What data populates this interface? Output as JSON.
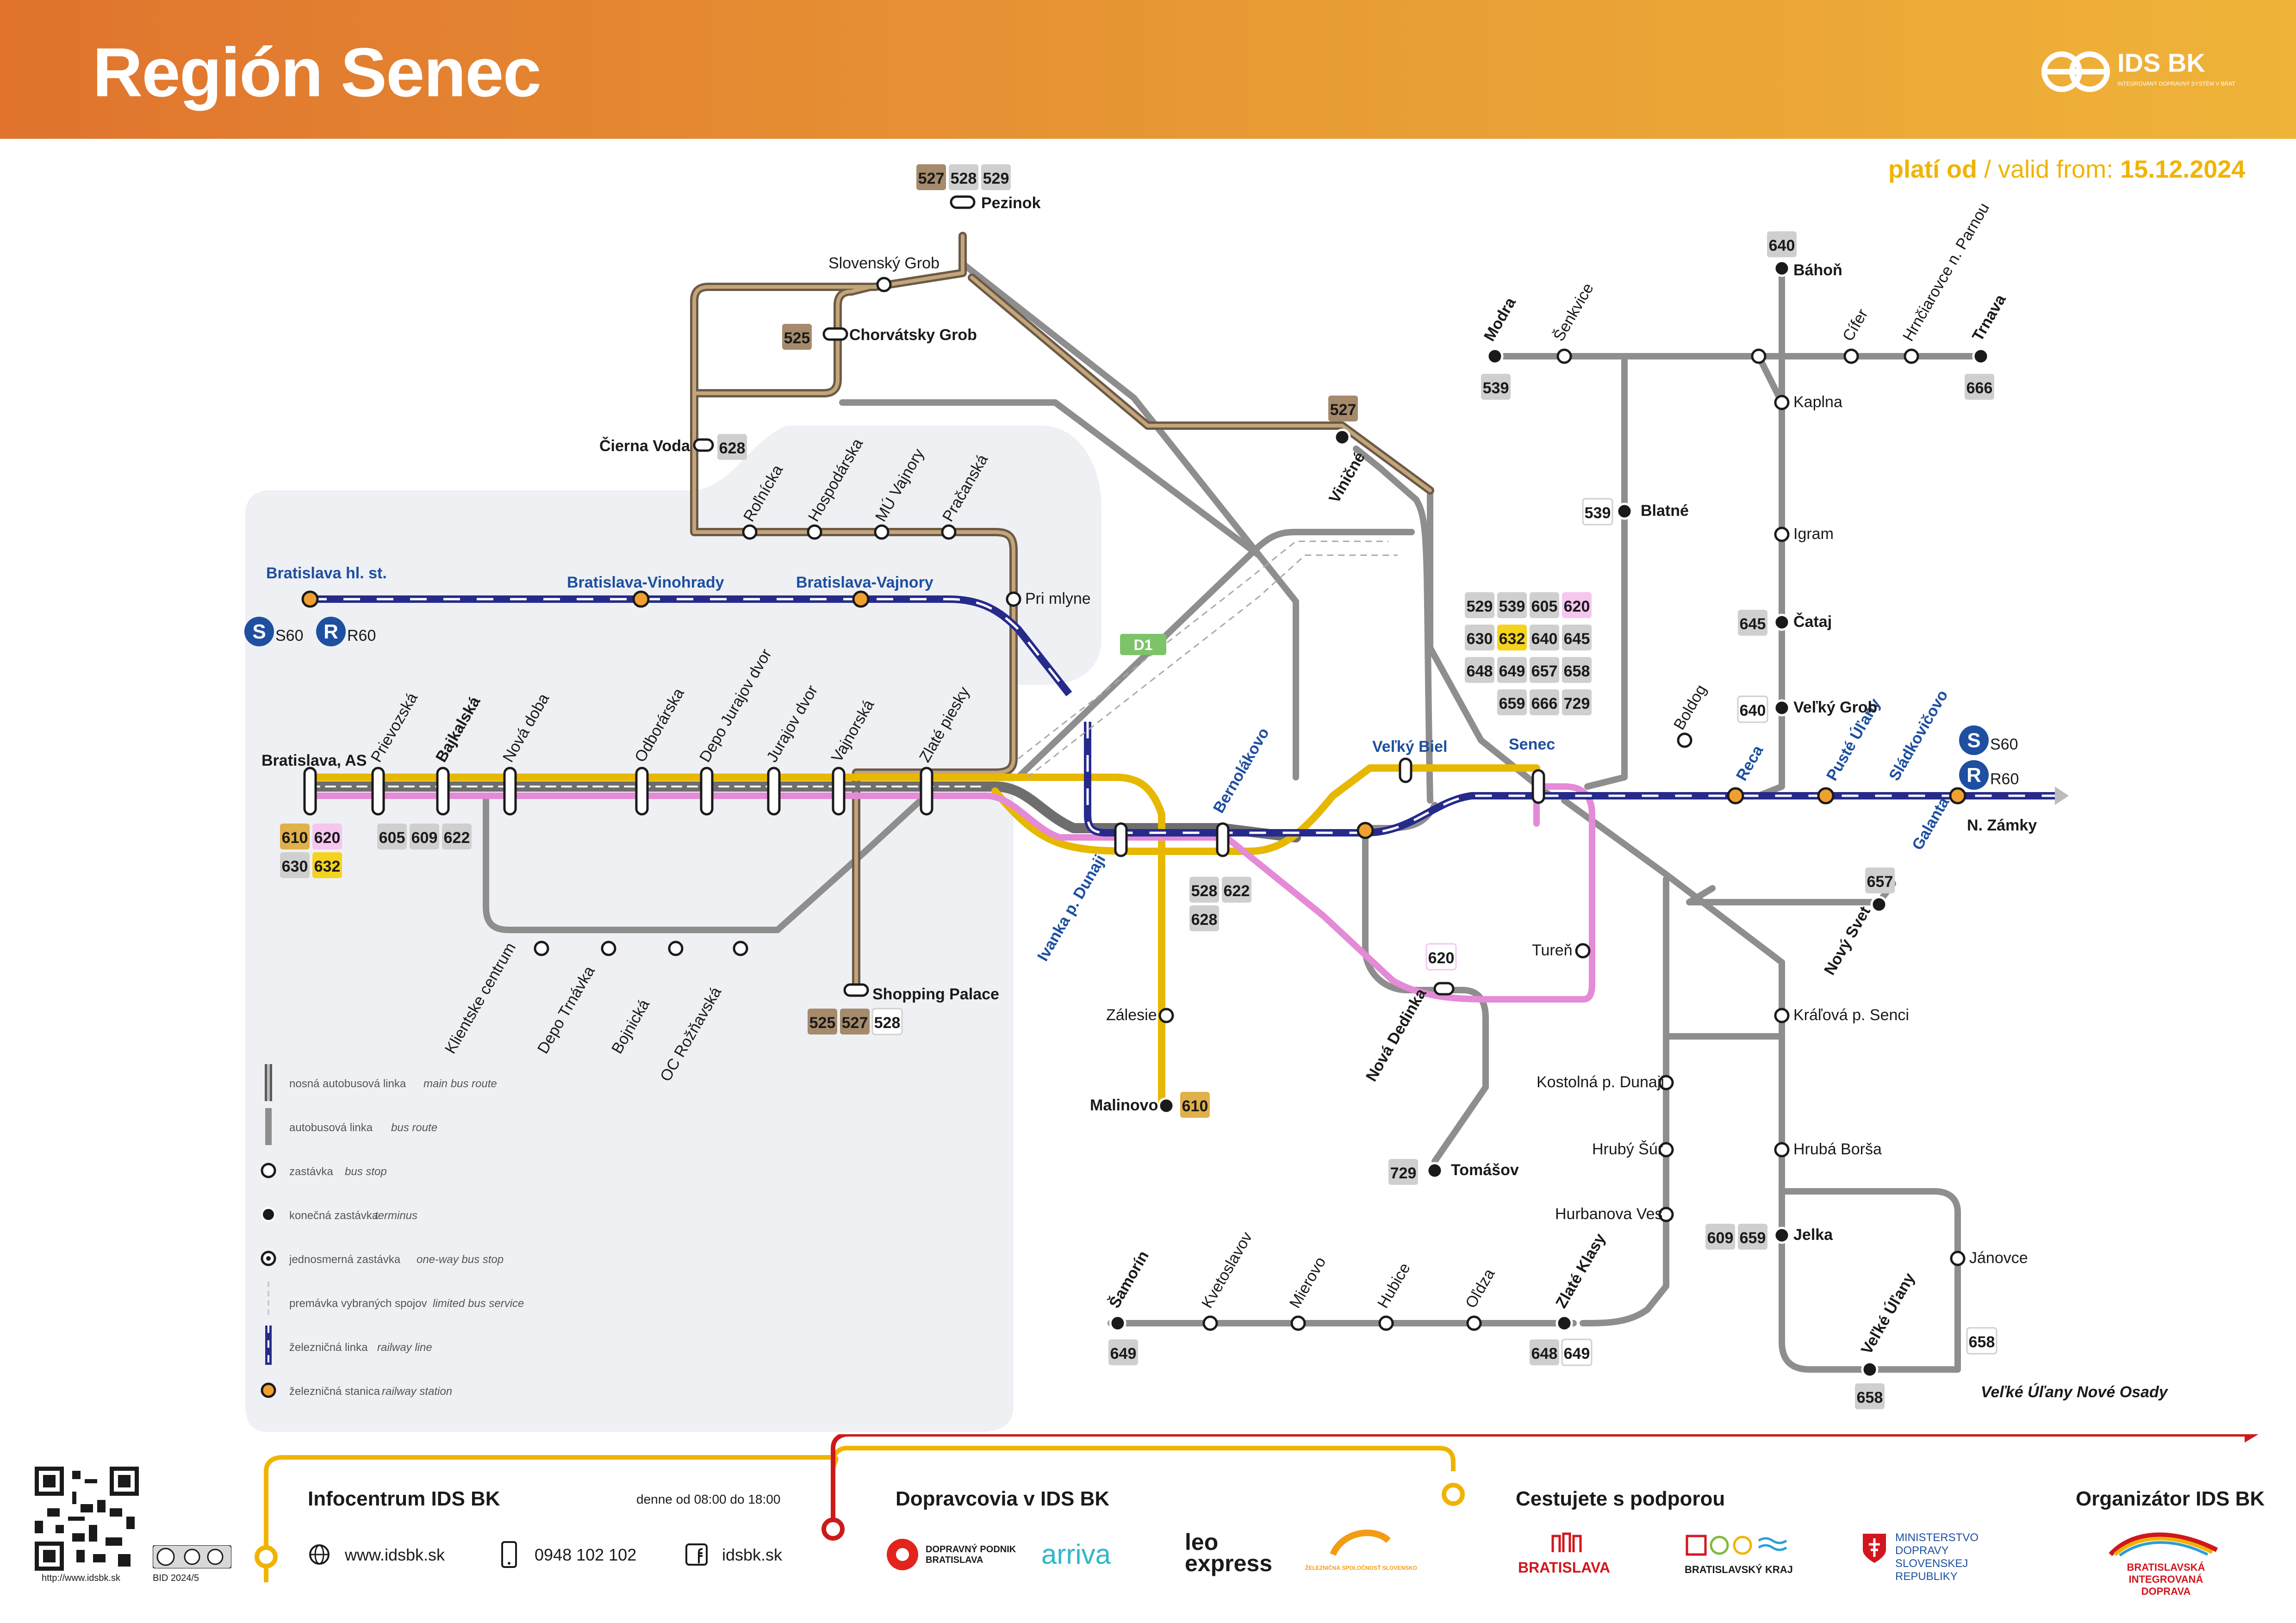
{
  "title": "Región Senec",
  "brand": {
    "name": "IDS BK",
    "tagline": "INTEGROVANÝ DOPRAVNÝ SYSTÉM V BRATISLAVSKOM KRAJI"
  },
  "valid": {
    "label_sk": "platí od",
    "label_en": "/ valid from:",
    "date": "15.12.2024"
  },
  "colors": {
    "header_start": "#e0742e",
    "header_end": "#efb338",
    "bus_main": "#8b7355",
    "bus_route": "#8e8e8e",
    "rail": "#262a8a",
    "yellow": "#e6b800",
    "pink": "#e48ad6",
    "brown_badge": "#a58a6b",
    "grey_badge": "#cfcfcf",
    "station": "#f0a030"
  },
  "stations": {
    "bratislava_hl_st": "Bratislava hl. st.",
    "vinohrady": "Bratislava-Vinohrady",
    "vajnory": "Bratislava-Vajnory",
    "velky_biel": "Veľký Biel",
    "senec": "Senec",
    "reca": "Reca",
    "puste_ulany": "Pusté Úľany",
    "sladkovicovo": "Sládkovičovo",
    "galanta": "Galanta",
    "n_zamky": "N. Zámky",
    "bernolakovo": "Bernolákovo",
    "ivanka": "Ivanka p. Dunaji"
  },
  "stops": {
    "pezinok": "Pezinok",
    "slovensky_grob": "Slovenský Grob",
    "chorvatsky_grob": "Chorvátsky Grob",
    "cierna_voda": "Čierna Voda",
    "rolnicka": "Roľnícka",
    "hospodarska": "Hospodárska",
    "mu_vajnory": "MÚ Vajnory",
    "pracanska": "Pračanská",
    "pri_mlyne": "Pri mlyne",
    "vinicne": "Viničné",
    "bratislava_as": "Bratislava, AS",
    "prievozska": "Prievozská",
    "bajkalska": "Bajkalská",
    "nova_doba": "Nová doba",
    "odborarska": "Odborárska",
    "depo_jurajov_dvor": "Depo Jurajov dvor",
    "jurajov_dvor": "Jurajov dvor",
    "vajnorska": "Vajnorská",
    "zlate_piesky": "Zlaté piesky",
    "klientske_centrum": "Klientske centrum",
    "depo_trnavka": "Depo Trnávka",
    "bojnicka": "Bojnická",
    "oc_roznavska": "OC Rožňavská",
    "shopping_palace": "Shopping Palace",
    "zalesie": "Zálesie",
    "malinovo": "Malinovo",
    "nova_dedinka": "Nová Dedinka",
    "turen": "Tureň",
    "tomasov": "Tomášov",
    "modra": "Modra",
    "senkvice": "Šenkvice",
    "bahon": "Báhoň",
    "kaplna": "Kaplna",
    "cifer": "Cífer",
    "hrnciarovce": "Hrnčiarovce n. Parnou",
    "trnava": "Trnava",
    "blatne": "Blatné",
    "igram": "Igram",
    "cataj": "Čataj",
    "velky_grob": "Veľký Grob",
    "boldog": "Boldog",
    "novy_svet": "Nový Svet",
    "kralova": "Kráľová p. Senci",
    "kostolna": "Kostolná p. Dunaji",
    "hruby_sur": "Hrubý Šúr",
    "hurbanova_ves": "Hurbanova Ves",
    "hruba_borsa": "Hrubá Borša",
    "jelka": "Jelka",
    "janovce": "Jánovce",
    "velke_ulany": "Veľké Úľany",
    "velke_ulany_nove_osady": "Veľké Úľany Nové Osady",
    "samorin": "Šamorín",
    "kvetoslavov": "Kvetoslavov",
    "mierovo": "Mierovo",
    "hubice": "Hubice",
    "ohdza": "Oľdza",
    "zlate_klasy": "Zlaté Klasy",
    "d1": "D1"
  },
  "rail_services": {
    "s60": "S60",
    "r60": "R60",
    "s_senec": "S60",
    "r_senec": "R60"
  },
  "line_numbers": {
    "l527": "527",
    "l528": "528",
    "l529": "529",
    "l525": "525",
    "l628": "628",
    "l610": "610",
    "l620": "620",
    "l630": "630",
    "l632": "632",
    "l605": "605",
    "l609": "609",
    "l622": "622",
    "l539": "539",
    "l640": "640",
    "l645": "645",
    "l648": "648",
    "l649": "649",
    "l657": "657",
    "l658": "658",
    "l659": "659",
    "l666": "666",
    "l729": "729"
  },
  "legend": [
    {
      "sk": "nosná autobusová linka",
      "en": "main bus route"
    },
    {
      "sk": "autobusová linka",
      "en": "bus route"
    },
    {
      "sk": "zastávka",
      "en": "bus stop"
    },
    {
      "sk": "konečná zastávka",
      "en": "terminus"
    },
    {
      "sk": "jednosmerná zastávka",
      "en": "one-way bus stop"
    },
    {
      "sk": "premávka vybraných spojov",
      "en": "limited bus service"
    },
    {
      "sk": "železničná linka",
      "en": "railway line"
    },
    {
      "sk": "železničná stanica",
      "en": "railway station"
    }
  ],
  "footer": {
    "infocentrum": "Infocentrum IDS BK",
    "hours": "denne od 08:00 do 18:00",
    "web": "www.idsbk.sk",
    "phone": "0948 102 102",
    "facebook": "idsbk.sk",
    "qr_url": "http://www.idsbk.sk",
    "bid": "BID 2024/5",
    "dopravcovia": "Dopravcovia v IDS BK",
    "carrier1": "DOPRAVNÝ PODNIK BRATISLAVA",
    "carrier2": "arriva",
    "carrier3": "leo express",
    "carrier4": "ŽELEZNIČNÁ SPOLOČNOSŤ SLOVENSKO",
    "podpora": "Cestujete s podporou",
    "sponsor1": "BRATISLAVA",
    "sponsor2": "BRATISLAVSKÝ KRAJ",
    "sponsor3": "MINISTERSTVO DOPRAVY SLOVENSKEJ REPUBLIKY",
    "organizator": "Organizátor IDS BK",
    "org_name": "BRATISLAVSKÁ INTEGROVANÁ DOPRAVA"
  }
}
